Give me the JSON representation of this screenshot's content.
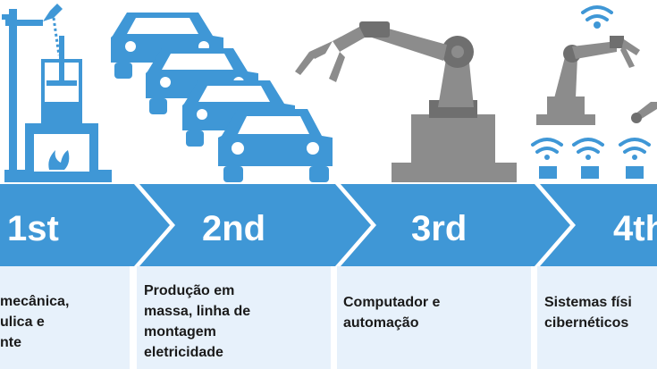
{
  "colors": {
    "accent": "#3f97d6",
    "accent_dark": "#2f7fbf",
    "machine_gray": "#8c8c8c",
    "machine_dark": "#6f6f6f",
    "panel": "#e7f1fb",
    "fire": "#ffffff"
  },
  "stages": [
    {
      "label": "1st",
      "description": "mecânica,\nulica e\nnte",
      "icon": "steam-engine-icon"
    },
    {
      "label": "2nd",
      "description": "Produção em\nmassa, linha de\nmontagem\neletricidade",
      "icon": "car-assembly-icon"
    },
    {
      "label": "3rd",
      "description": "Computador e\nautomação",
      "icon": "robot-arm-icon"
    },
    {
      "label": "4th",
      "description": "Sistemas físi\ncibernéticos",
      "icon": "connected-robot-icon"
    }
  ]
}
